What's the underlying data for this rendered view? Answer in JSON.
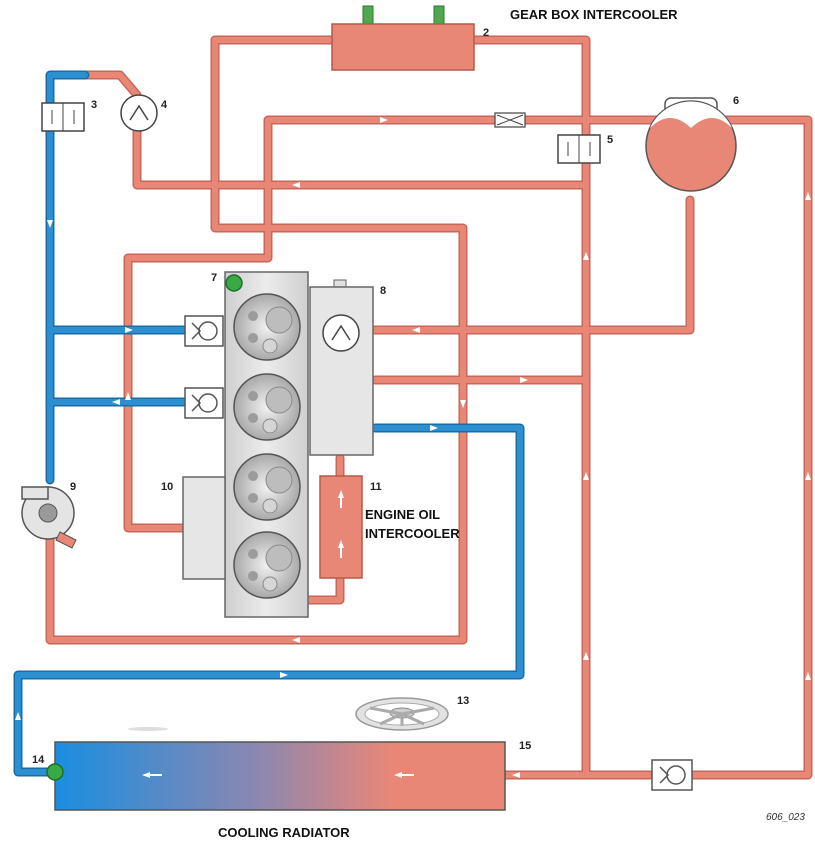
{
  "labels": {
    "gearbox_intercooler": "GEAR BOX INTERCOOLER",
    "engine_oil_intercooler_1": "ENGINE OIL",
    "engine_oil_intercooler_2": "INTERCOOLER",
    "cooling_radiator": "COOLING RADIATOR",
    "figure_code": "606_023"
  },
  "callouts": [
    "2",
    "3",
    "4",
    "5",
    "6",
    "7",
    "8",
    "9",
    "10",
    "11",
    "13",
    "14",
    "15"
  ],
  "colors": {
    "hot_pipe": "#e98777",
    "hot_pipe_edge": "#c8665a",
    "cold_pipe": "#2b8fd0",
    "cold_pipe_edge": "#1a6ca6",
    "component_fill": "#e4e4e4",
    "component_edge": "#555555",
    "sensor_green": "#3aa845"
  }
}
